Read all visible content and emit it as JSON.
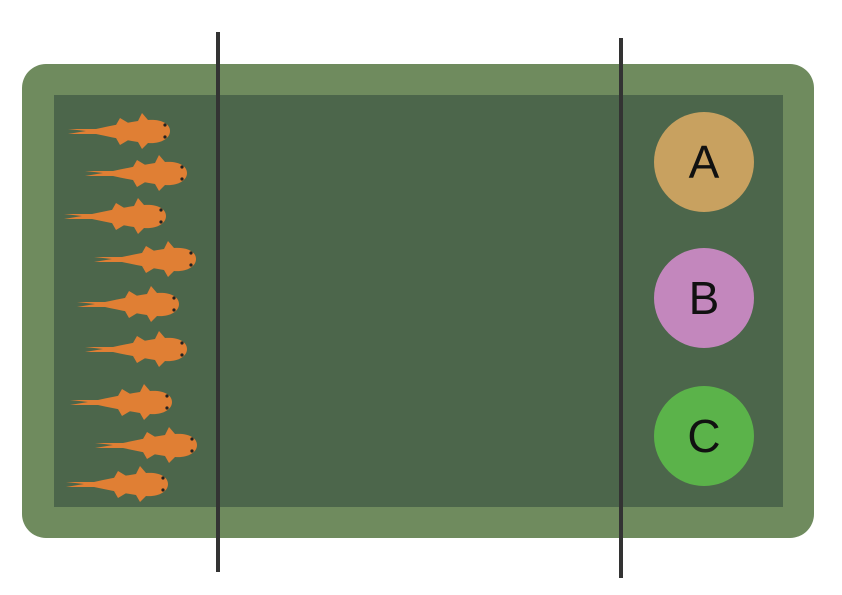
{
  "colors": {
    "background": "#ffffff",
    "tank_border": "#6f8b5e",
    "tank_inner": "#4c664b",
    "divider": "#333333",
    "fish": "#e07f34",
    "fish_eye": "#222222"
  },
  "fish": {
    "count": 9,
    "icon": "fish-icon"
  },
  "tokens": [
    {
      "label": "A",
      "color": "#c8a160"
    },
    {
      "label": "B",
      "color": "#c387bd"
    },
    {
      "label": "C",
      "color": "#5bb34a"
    }
  ]
}
